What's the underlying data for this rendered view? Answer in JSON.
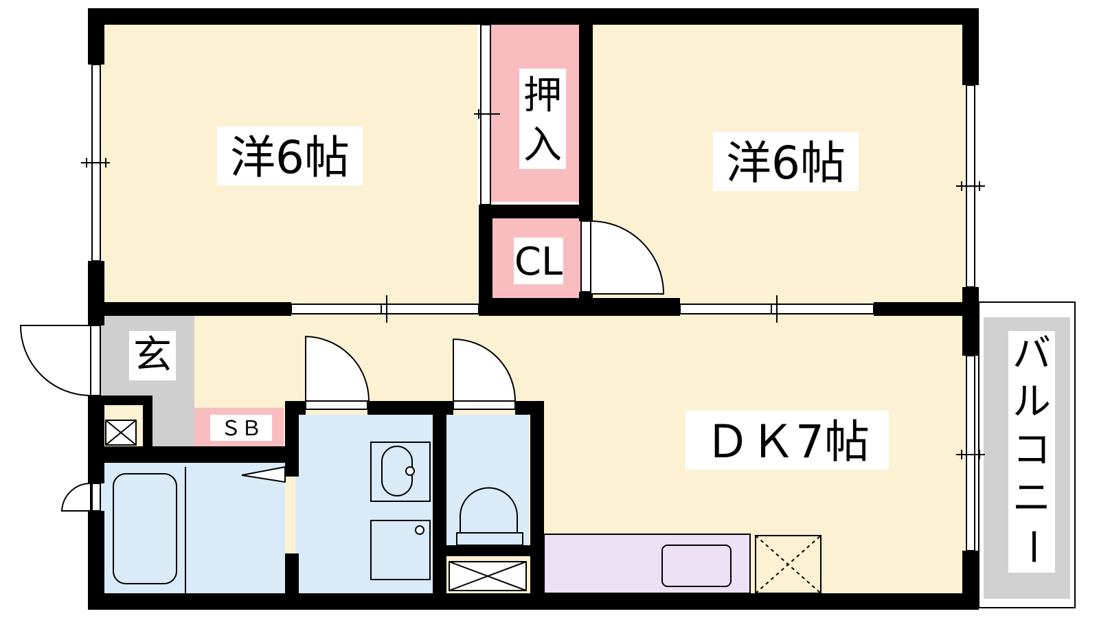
{
  "rooms": {
    "western_left": {
      "label": "洋6帖"
    },
    "western_right": {
      "label": "洋6帖"
    },
    "closet_top": {
      "label_line1": "押",
      "label_line2": "入"
    },
    "closet_cl": {
      "label": "CL"
    },
    "entrance": {
      "label": "玄"
    },
    "shoe_box": {
      "label": "ＳＢ"
    },
    "dining_kitchen": {
      "label": "ＤＫ7帖"
    },
    "balcony": {
      "label_chars": [
        "バ",
        "ル",
        "コ",
        "ニ",
        "ー"
      ]
    }
  },
  "colors": {
    "room_fill": "#fdf1d3",
    "closet_fill": "#f9bdc0",
    "entrance_fill": "#cfcfcf",
    "wet_fill": "#d9ebf9",
    "kitchen_fill": "#ece0f5",
    "balcony_fill": "#d0d0d0",
    "wall": "#000000"
  }
}
